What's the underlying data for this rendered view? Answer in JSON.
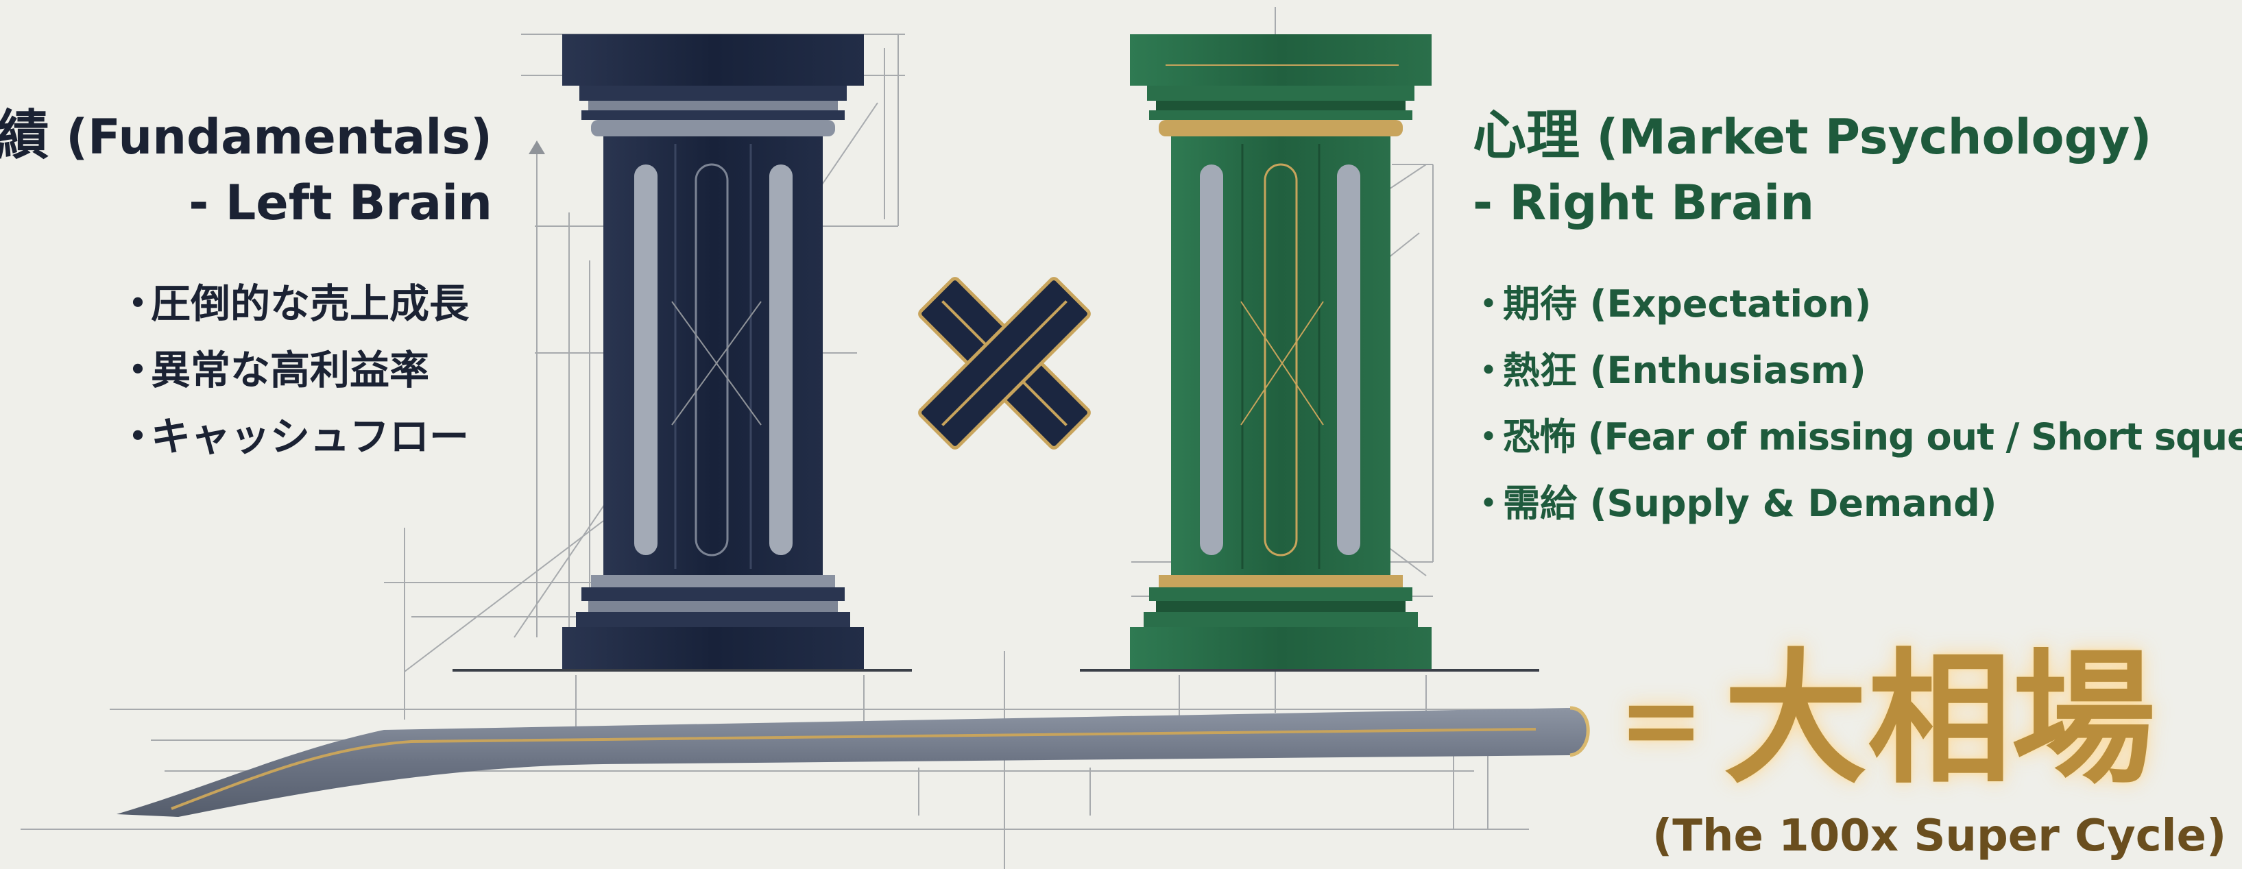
{
  "left": {
    "title_jp": "業績",
    "title_en": "(Fundamentals)",
    "subtitle": "- Left Brain",
    "items": [
      "圧倒的な売上成長",
      "異常な高利益率",
      "キャッシュフロー"
    ]
  },
  "operator": "×",
  "right": {
    "title_jp": "心理",
    "title_en": "(Market Psychology)",
    "subtitle": "- Right Brain",
    "items": [
      "期待 (Expectation)",
      "熱狂 (Enthusiasm)",
      "恐怖 (Fear of missing out / Short squeeze)",
      "需給 (Supply & Demand)"
    ]
  },
  "result": {
    "equals": "=",
    "label": "大相場",
    "subtitle": "(The 100x Super Cycle)"
  },
  "bullet": "・",
  "colors": {
    "background": "#efefea",
    "left_pillar": "#1b2640",
    "right_pillar": "#256b45",
    "gold": "#c8a45c",
    "left_text": "#1b2233",
    "right_text": "#1e5a3c"
  },
  "icons": [
    "fundamentals-pillar-icon",
    "psychology-pillar-icon",
    "multiply-cross-icon",
    "foundation-beam-icon"
  ]
}
